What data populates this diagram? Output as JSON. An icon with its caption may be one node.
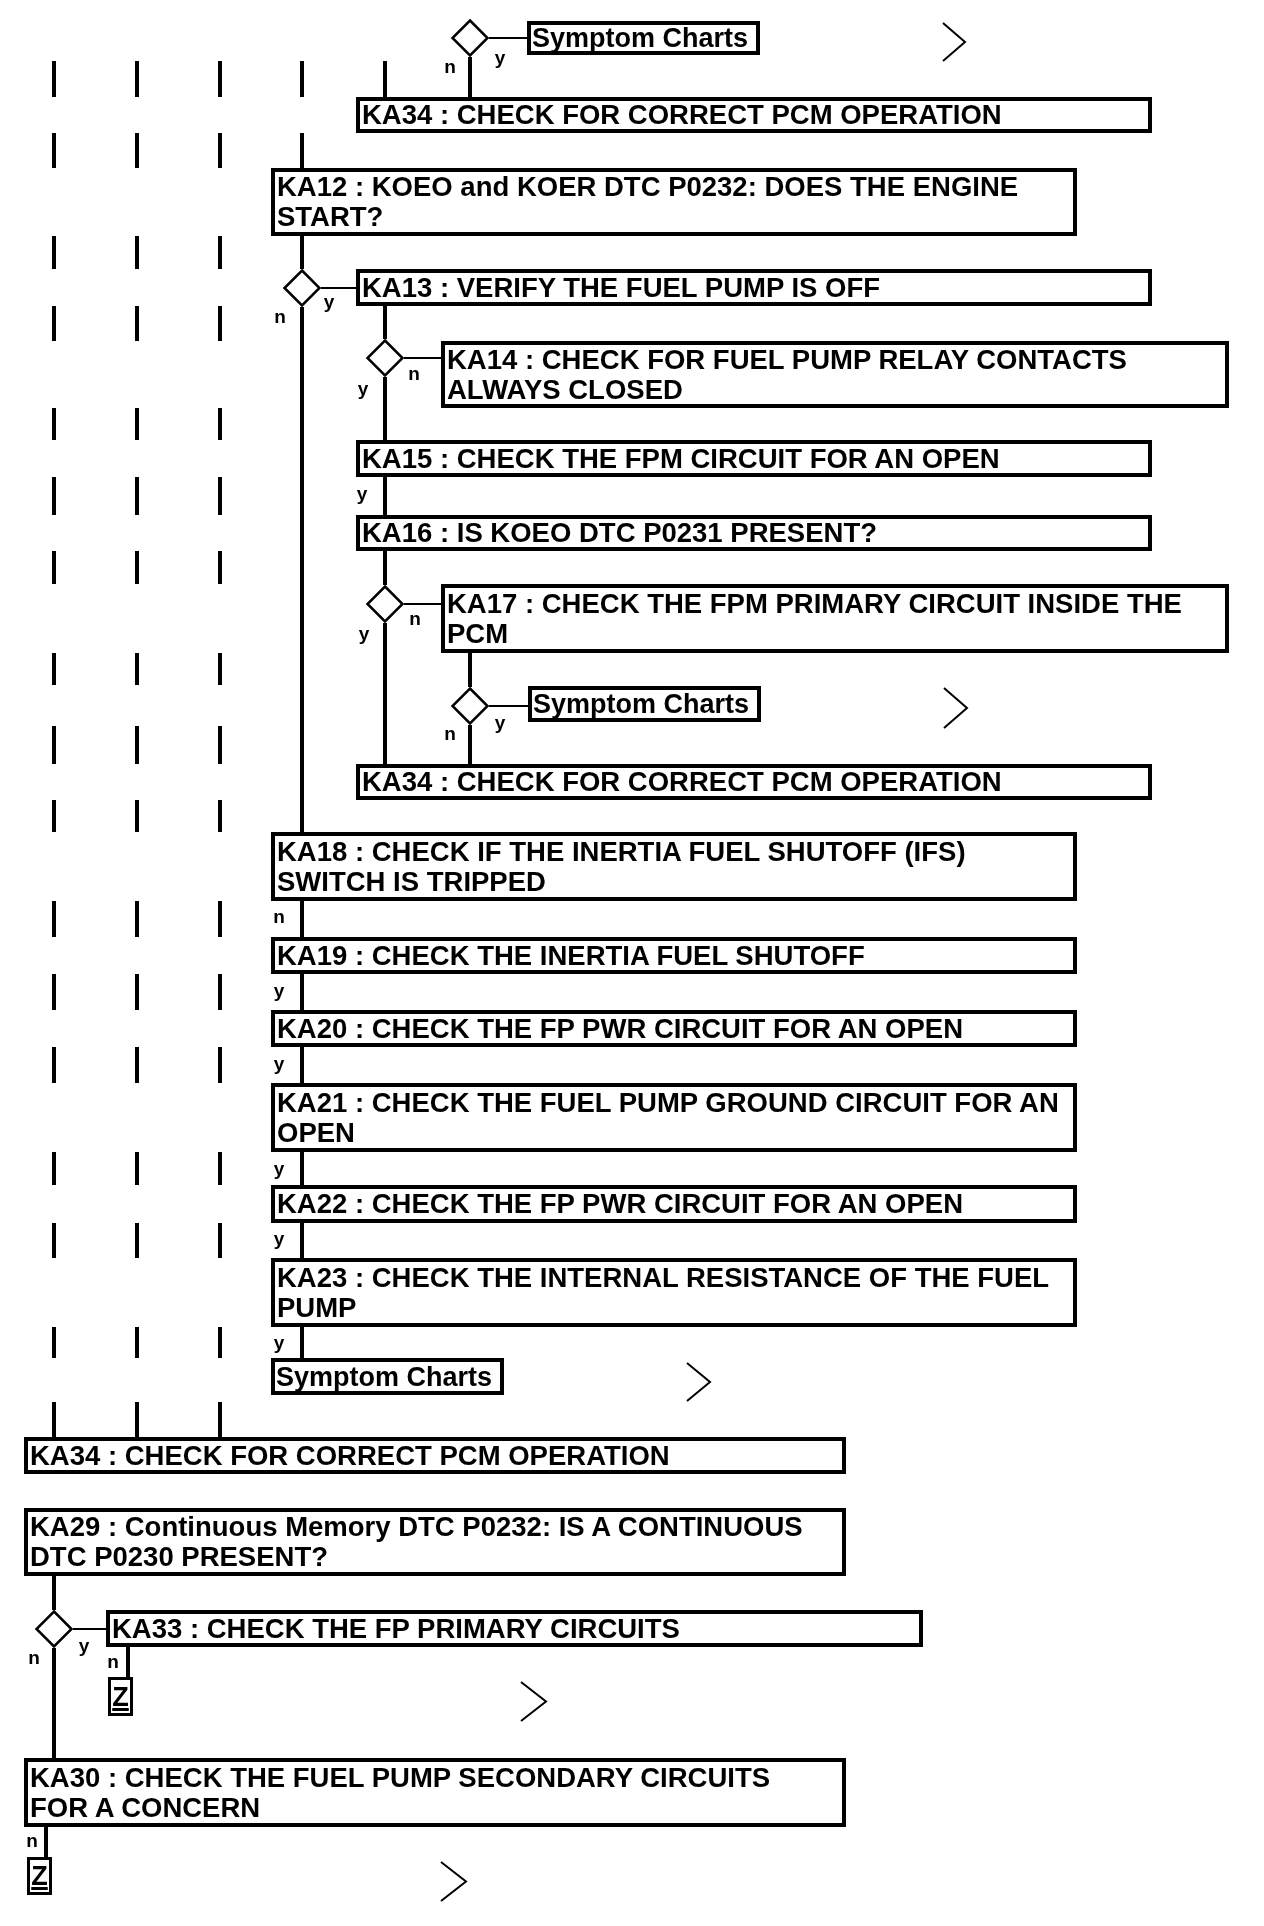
{
  "diagram": {
    "nodes": [
      {
        "text": [],
        "shape": "diamond"
      },
      {
        "text": [
          "Symptom Charts"
        ]
      },
      {
        "text": [
          "KA34 : CHECK FOR CORRECT PCM OPERATION"
        ]
      },
      {
        "text": [
          "KA12 : KOEO and KOER DTC P0232: DOES THE ENGINE START?"
        ]
      },
      {
        "text": [],
        "shape": "diamond"
      },
      {
        "text": [
          "KA13 : VERIFY THE FUEL PUMP IS OFF"
        ]
      },
      {
        "text": [],
        "shape": "diamond"
      },
      {
        "text": [
          "KA14 : CHECK FOR FUEL PUMP RELAY CONTACTS ALWAYS CLOSED"
        ]
      },
      {
        "text": [
          "KA15 : CHECK THE FPM CIRCUIT FOR AN OPEN"
        ]
      },
      {
        "text": [
          "KA16 : IS KOEO DTC P0231 PRESENT?"
        ]
      },
      {
        "text": [],
        "shape": "diamond"
      },
      {
        "text": [
          "KA17 : CHECK THE FPM PRIMARY CIRCUIT INSIDE THE PCM"
        ]
      },
      {
        "text": [],
        "shape": "diamond"
      },
      {
        "text": [
          "Symptom Charts"
        ]
      },
      {
        "text": [
          "KA34 : CHECK FOR CORRECT PCM OPERATION"
        ]
      },
      {
        "text": [
          "KA18 : CHECK IF THE INERTIA FUEL SHUTOFF (IFS) SWITCH IS TRIPPED"
        ]
      },
      {
        "text": [
          "KA19 : CHECK THE INERTIA FUEL SHUTOFF"
        ]
      },
      {
        "text": [
          "KA20 : CHECK THE FP PWR CIRCUIT FOR AN OPEN"
        ]
      },
      {
        "text": [
          "KA21 : CHECK THE FUEL PUMP GROUND CIRCUIT FOR AN OPEN"
        ]
      },
      {
        "text": [
          "KA22 : CHECK THE FP PWR CIRCUIT FOR AN OPEN"
        ]
      },
      {
        "text": [
          "KA23 : CHECK THE INTERNAL RESISTANCE OF THE FUEL PUMP"
        ]
      },
      {
        "text": [
          "Symptom Charts"
        ]
      },
      {
        "text": [
          "KA34 : CHECK FOR CORRECT PCM OPERATION"
        ]
      },
      {
        "text": [
          "KA29 : Continuous Memory DTC P0232: IS A CONTINUOUS DTC P0230 PRESENT?"
        ]
      },
      {
        "text": [],
        "shape": "diamond"
      },
      {
        "text": [
          "KA33 : CHECK THE FP PRIMARY CIRCUITS"
        ]
      },
      {
        "text": [
          "Z"
        ]
      },
      {
        "text": [
          "KA30 : CHECK THE FUEL PUMP SECONDARY CIRCUITS FOR A CONCERN"
        ]
      },
      {
        "text": [
          "Z"
        ]
      }
    ],
    "edges": [
      {
        "from": 0,
        "to": 1,
        "arrow": "none",
        "label": "y"
      },
      {
        "from": 0,
        "to": 2,
        "arrow": "none",
        "label": "n"
      },
      {
        "from": null,
        "to": 22,
        "arrow": "none"
      },
      {
        "from": null,
        "to": 22,
        "arrow": "none"
      },
      {
        "from": null,
        "to": 22,
        "arrow": "none"
      },
      {
        "from": null,
        "to": 3,
        "arrow": "none"
      },
      {
        "from": null,
        "to": 2,
        "arrow": "none"
      },
      {
        "from": 3,
        "to": 4,
        "arrow": "none"
      },
      {
        "from": 4,
        "to": 5,
        "arrow": "none",
        "label": "y"
      },
      {
        "from": 4,
        "to": 15,
        "arrow": "none",
        "label": "n"
      },
      {
        "from": 5,
        "to": 6,
        "arrow": "none"
      },
      {
        "from": 6,
        "to": 7,
        "arrow": "none",
        "label": "n"
      },
      {
        "from": 6,
        "to": 8,
        "arrow": "none",
        "label": "y"
      },
      {
        "from": 8,
        "to": 9,
        "arrow": "none",
        "label": "y"
      },
      {
        "from": 9,
        "to": 10,
        "arrow": "none"
      },
      {
        "from": 10,
        "to": 11,
        "arrow": "none",
        "label": "n"
      },
      {
        "from": 10,
        "to": 14,
        "arrow": "none",
        "label": "y"
      },
      {
        "from": 11,
        "to": 12,
        "arrow": "none"
      },
      {
        "from": 12,
        "to": 13,
        "arrow": "none",
        "label": "y"
      },
      {
        "from": 12,
        "to": 14,
        "arrow": "none",
        "label": "n"
      },
      {
        "from": 15,
        "to": 16,
        "arrow": "none",
        "label": "n"
      },
      {
        "from": 16,
        "to": 17,
        "arrow": "none",
        "label": "y"
      },
      {
        "from": 17,
        "to": 18,
        "arrow": "none",
        "label": "y"
      },
      {
        "from": 18,
        "to": 19,
        "arrow": "none",
        "label": "y"
      },
      {
        "from": 19,
        "to": 20,
        "arrow": "none",
        "label": "y"
      },
      {
        "from": 20,
        "to": 21,
        "arrow": "none",
        "label": "y"
      },
      {
        "from": 23,
        "to": 24,
        "arrow": "none"
      },
      {
        "from": 24,
        "to": 25,
        "arrow": "none",
        "label": "y"
      },
      {
        "from": 24,
        "to": 27,
        "arrow": "none",
        "label": "n"
      },
      {
        "from": 25,
        "to": 26,
        "arrow": "none",
        "label": "n"
      },
      {
        "from": 27,
        "to": 28,
        "arrow": "none",
        "label": "n"
      }
    ]
  }
}
